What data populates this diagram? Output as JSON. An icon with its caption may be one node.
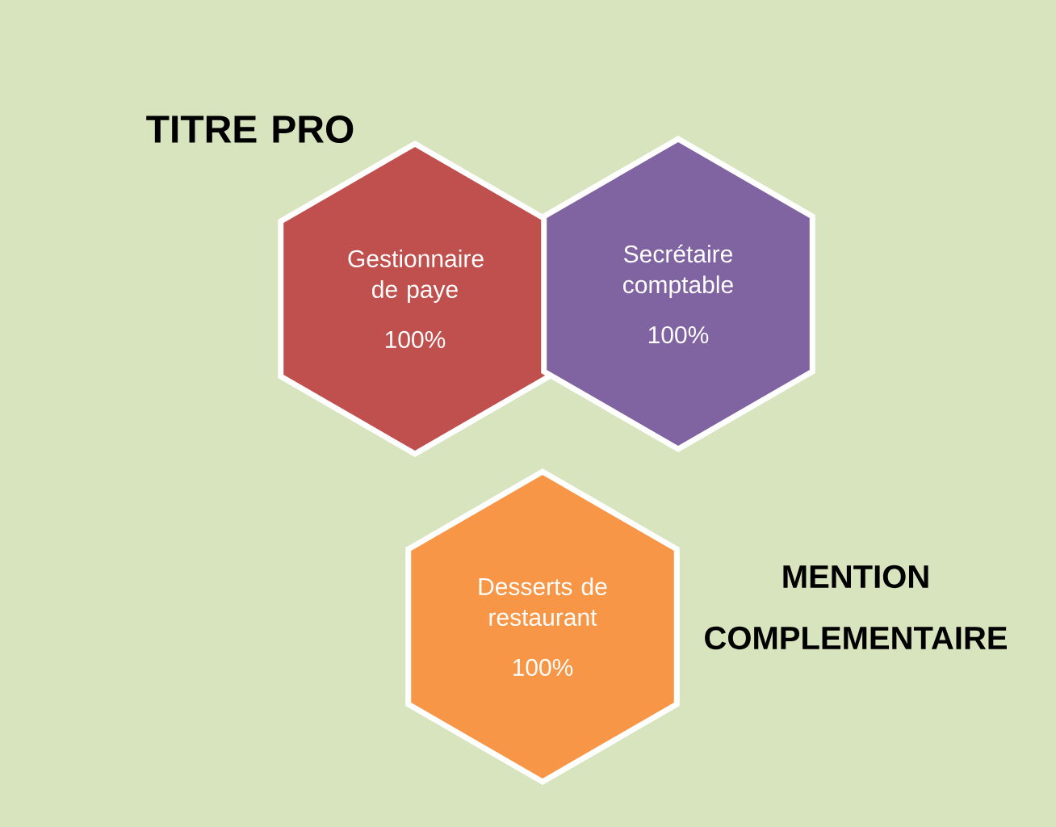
{
  "diagram": {
    "nodes": [
      {
        "text": [
          "Gestionnaire de paye",
          "100%"
        ]
      },
      {
        "text": [
          "Secrétaire comptable",
          "100%"
        ]
      },
      {
        "text": [
          "Desserts de restaurant",
          "100%"
        ]
      }
    ],
    "labels": [
      "TITRE PRO",
      "MENTION COMPLEMENTAIRE"
    ]
  }
}
